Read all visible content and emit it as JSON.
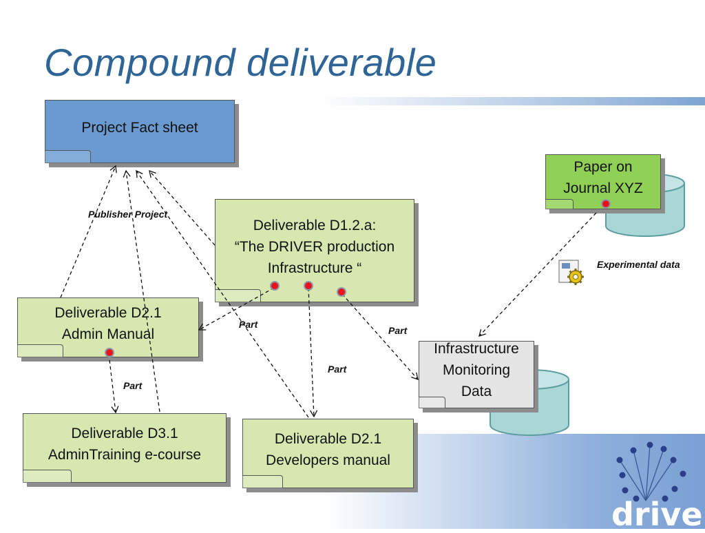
{
  "title": "Compound deliverable",
  "nodes": {
    "project_fact_sheet": "Project Fact sheet",
    "d12a": "Deliverable D1.2.a:\n“The DRIVER production Infrastructure “",
    "paper": "Paper on\nJournal XYZ",
    "d21_admin": "Deliverable D2.1\nAdmin Manual",
    "d31": "Deliverable  D3.1\nAdminTraining e-course",
    "d21_dev": "Deliverable D2.1\nDevelopers manual",
    "infra": "Infrastructure\nMonitoring\nData"
  },
  "labels": {
    "publisher_project": "Publisher Project",
    "part_1": "Part",
    "part_2": "Part",
    "part_3": "Part",
    "part_4": "Part",
    "experimental_data": "Experimental data"
  },
  "logo": {
    "text": "driver"
  },
  "colors": {
    "title": "#2e6596",
    "fact_sheet": "#6a9ad0",
    "deliverable": "#d6e8b0",
    "paper": "#8fd055",
    "infra": "#e5e5e5",
    "connector_dot": "#e8141c",
    "cylinder": "#a9d7d8"
  }
}
